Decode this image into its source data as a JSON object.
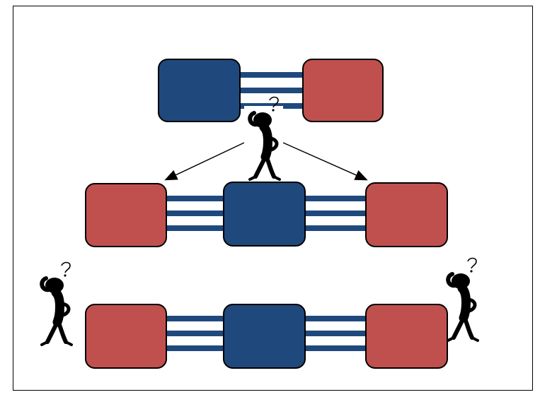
{
  "diagram": {
    "colors": {
      "blue": "#1f497d",
      "red": "#c0504d",
      "border": "#000000",
      "bar": "#1f497d",
      "arrow": "#000000",
      "figure": "#000000"
    },
    "icons": [
      "thinking-person-icon",
      "question-mark"
    ],
    "rows": [
      {
        "name": "pair",
        "boxes": [
          "blue",
          "red"
        ],
        "connectors": 1,
        "observers": 1
      },
      {
        "name": "chain-with-arrows",
        "boxes": [
          "red",
          "blue",
          "red"
        ],
        "connectors": 2,
        "observers": 0,
        "arrows": 2
      },
      {
        "name": "chain-with-side-observers",
        "boxes": [
          "red",
          "blue",
          "red"
        ],
        "connectors": 2,
        "observers": 2
      }
    ],
    "bars_per_connector": 3
  }
}
